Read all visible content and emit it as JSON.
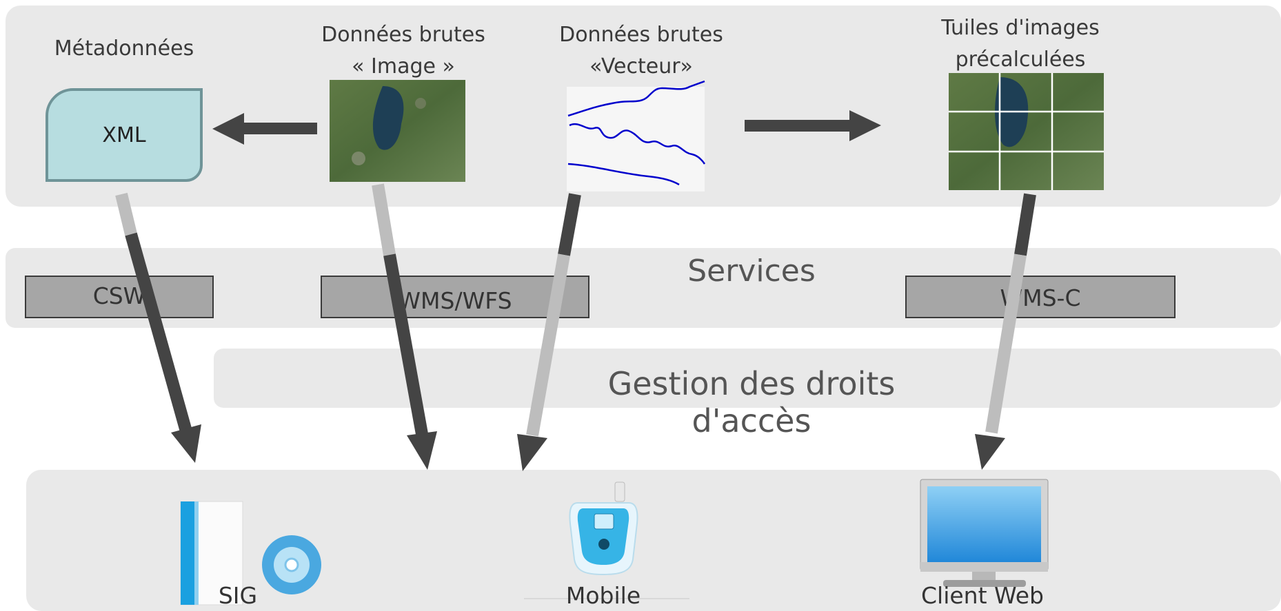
{
  "top": {
    "metadata_label": "Métadonnées",
    "xml_label": "XML",
    "raw_image_line1": "Données brutes",
    "raw_image_line2": "« Image »",
    "raw_vector_line1": "Données brutes",
    "raw_vector_line2": "«Vecteur»",
    "tiles_line1": "Tuiles d'images",
    "tiles_line2": "précalculées"
  },
  "services": {
    "title": "Services",
    "csw": "CSW",
    "wms_wfs": "WMS/WFS",
    "wms_c": "WMS-C"
  },
  "access": {
    "title": "Gestion des droits d'accès"
  },
  "clients": {
    "sig": "SIG",
    "mobile": "Mobile",
    "web": "Client Web"
  },
  "colors": {
    "band": "#e9e9e9",
    "service_box": "#a6a6a6",
    "xml_box": "#b7dde0",
    "arrow": "#444444",
    "river": "#0000cc"
  }
}
